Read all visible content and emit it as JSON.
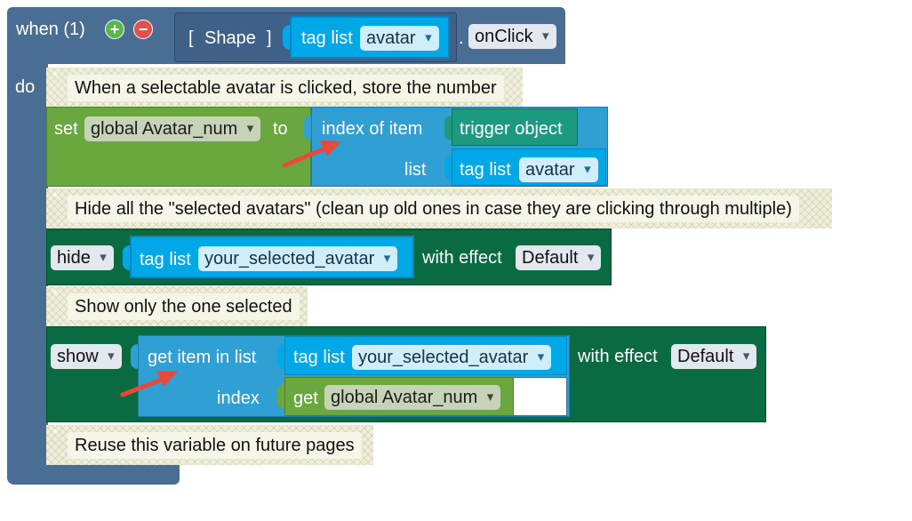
{
  "event": {
    "when_label": "when (1)",
    "do_label": "do",
    "bracket_open": "[",
    "shape_label": "Shape",
    "bracket_close": "]",
    "tag_list_label": "tag list",
    "tag_value": "avatar",
    "dot": ".",
    "event_value": "onClick",
    "add_icon": "plus-circle-icon",
    "remove_icon": "minus-circle-icon"
  },
  "comments": [
    "When a selectable avatar is clicked, store the number",
    "Hide all the \"selected avatars\" (clean up old ones in case they are clicking through multiple)",
    "Show only the one selected",
    "Reuse this variable on future pages"
  ],
  "set_block": {
    "set_label": "set",
    "variable": "global Avatar_num",
    "to_label": "to",
    "index_of_item_label": "index of item",
    "trigger_object_label": "trigger object",
    "list_label": "list",
    "tag_list_label": "tag list",
    "tag_value": "avatar"
  },
  "hide_block": {
    "action": "hide",
    "tag_list_label": "tag list",
    "tag_value": "your_selected_avatar",
    "with_effect_label": "with effect",
    "effect_value": "Default"
  },
  "show_block": {
    "action": "show",
    "get_item_label": "get item in list",
    "tag_list_label": "tag list",
    "tag_value": "your_selected_avatar",
    "index_label": "index",
    "get_label": "get",
    "variable": "global Avatar_num",
    "with_effect_label": "with effect",
    "effect_value": "Default"
  },
  "colors": {
    "event": "#4a6d94",
    "variable": "#6aa83f",
    "list": "#2f9fd4",
    "tag": "#00a8e8",
    "action": "#0a6b42",
    "trigger": "#1c9a80",
    "annotation_arrow": "#e8493a"
  }
}
